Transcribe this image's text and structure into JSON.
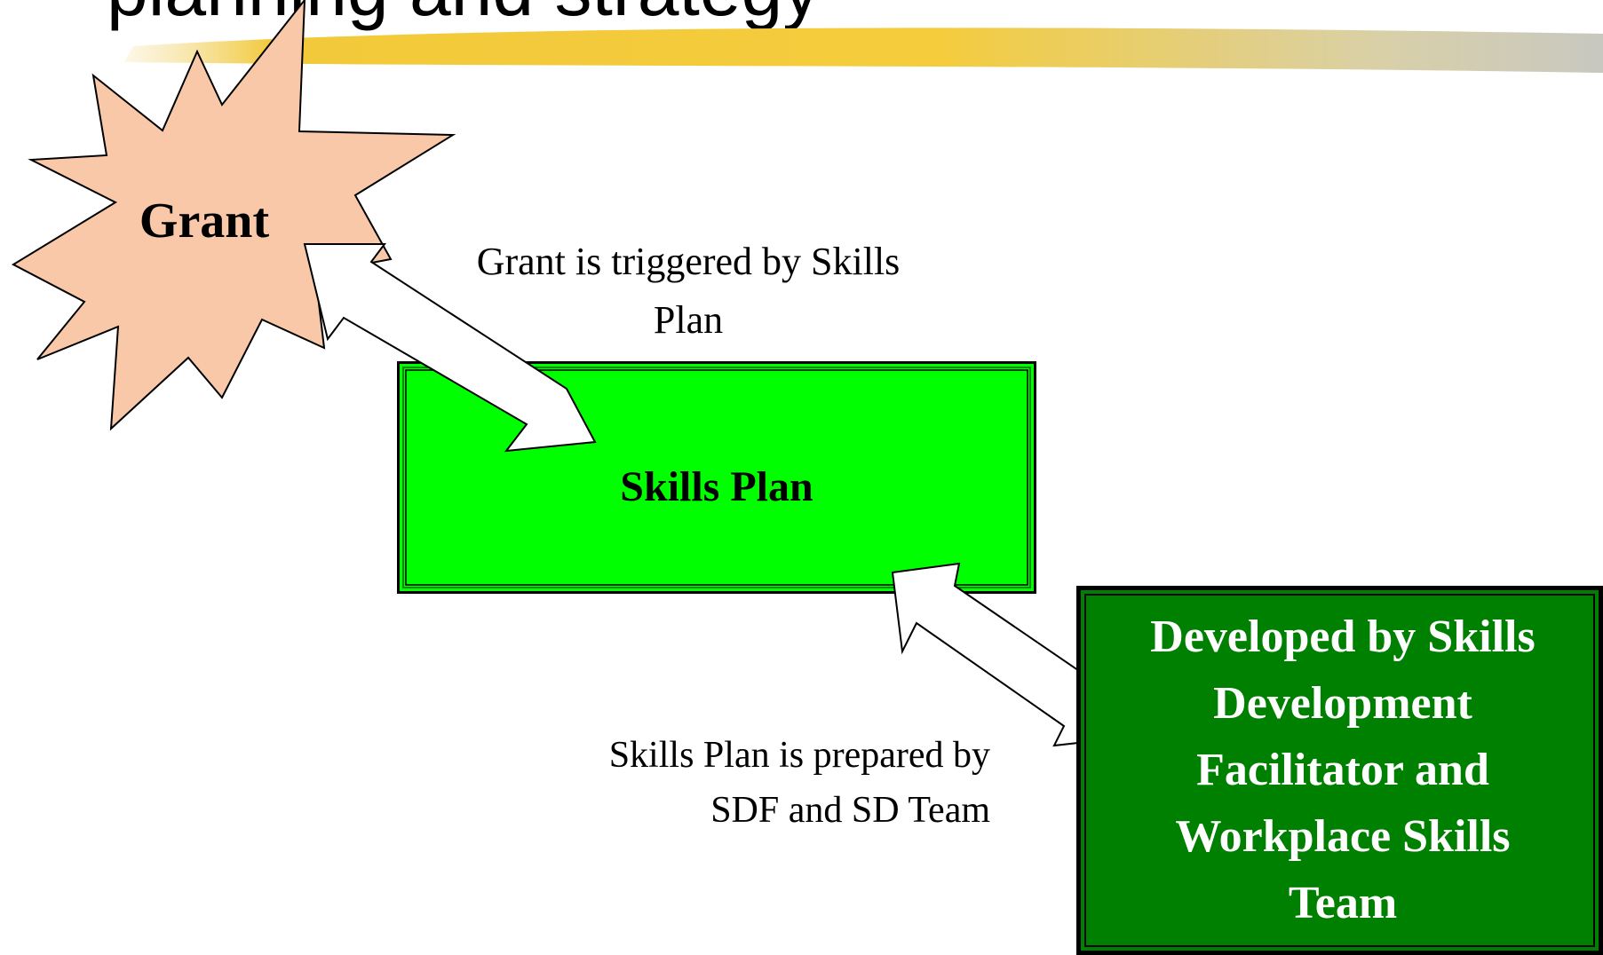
{
  "slide": {
    "title_partial": "planning and strategy"
  },
  "nodes": {
    "grant": {
      "label": "Grant",
      "shape": "explosion",
      "color": "#F8C8A8"
    },
    "skills_plan": {
      "label": "Skills Plan",
      "shape": "rectangle",
      "color": "#00FF00"
    },
    "developer": {
      "label": "Developed by Skills Development Facilitator and Workplace Skills Team",
      "lines": [
        "Developed by Skills",
        "Development",
        "Facilitator and",
        "Workplace Skills",
        "Team"
      ],
      "shape": "rectangle",
      "color": "#008000"
    }
  },
  "edges": [
    {
      "from": "grant",
      "to": "skills_plan",
      "direction": "bidirectional",
      "label": "Grant is triggered by Skills Plan",
      "label_lines": [
        "Grant is triggered by Skills",
        "Plan"
      ]
    },
    {
      "from": "skills_plan",
      "to": "developer",
      "direction": "bidirectional",
      "label": "Skills Plan is prepared by SDF and SD Team",
      "label_lines": [
        "Skills Plan is prepared by",
        "SDF and SD Team"
      ]
    }
  ]
}
